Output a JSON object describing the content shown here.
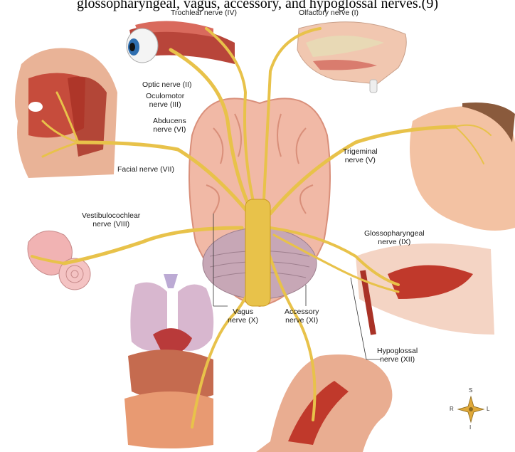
{
  "caption": "glossopharyngeal, vagus, accessory, and hypoglossal nerves.(9)",
  "colors": {
    "nerve": "#e8c24a",
    "nerve_dark": "#c99a1f",
    "brain": "#f1b9a6",
    "brain_dark": "#d98f7a",
    "cerebellum": "#c7a7b6",
    "skin": "#f3c2a3",
    "muscle": "#c0392b"
  },
  "labels": {
    "trochlear": [
      "Trochlear nerve (IV)"
    ],
    "olfactory": [
      "Olfactory nerve (I)"
    ],
    "optic": [
      "Optic nerve (II)"
    ],
    "oculomotor": [
      "Oculomotor",
      "nerve (III)"
    ],
    "abducens": [
      "Abducens",
      "nerve (VI)"
    ],
    "facial": [
      "Facial nerve (VII)"
    ],
    "trigeminal": [
      "Trigeminal",
      "nerve (V)"
    ],
    "vestibulocochlear": [
      "Vestibulocochlear",
      "nerve (VIII)"
    ],
    "glossopharyngeal": [
      "Glossopharyngeal",
      "nerve (IX)"
    ],
    "vagus": [
      "Vagus",
      "nerve (X)"
    ],
    "accessory": [
      "Accessory",
      "nerve (XI)"
    ],
    "hypoglossal": [
      "Hypoglossal",
      "nerve (XII)"
    ]
  },
  "compass": {
    "top": "S",
    "bottom": "I",
    "left": "R",
    "right": "L"
  }
}
